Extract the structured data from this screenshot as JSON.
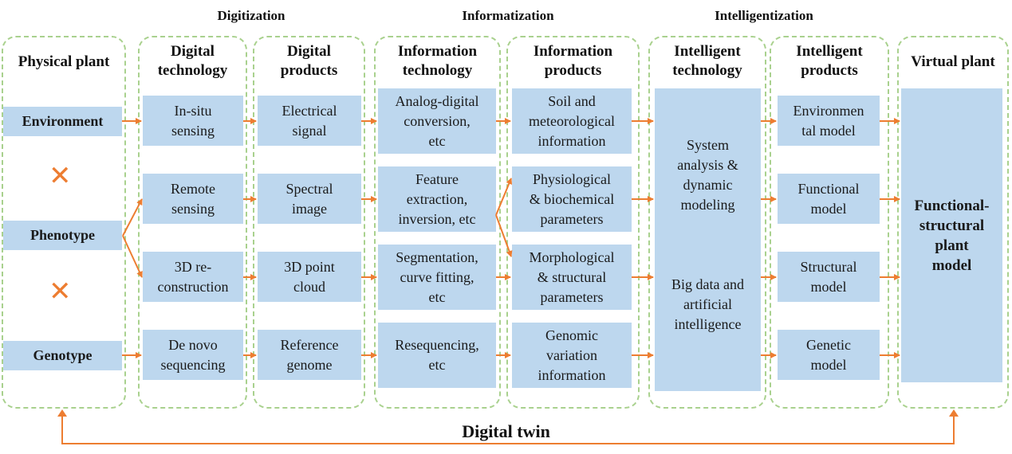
{
  "phases": [
    "Digitization",
    "Informatization",
    "Intelligentization"
  ],
  "columns": [
    {
      "title": "Physical plant",
      "boxes": [
        "Environment",
        "Phenotype",
        "Genotype"
      ]
    },
    {
      "title": "Digital\ntechnology",
      "boxes": [
        "In-situ\nsensing",
        "Remote\nsensing",
        "3D re-\nconstruction",
        "De novo\nsequencing"
      ]
    },
    {
      "title": "Digital\nproducts",
      "boxes": [
        "Electrical\nsignal",
        "Spectral\nimage",
        "3D point\ncloud",
        "Reference\ngenome"
      ]
    },
    {
      "title": "Information\ntechnology",
      "boxes": [
        "Analog-digital\nconversion,\netc",
        "Feature\nextraction,\ninversion, etc",
        "Segmentation,\ncurve fitting,\netc",
        "Resequencing,\netc"
      ]
    },
    {
      "title": "Information\nproducts",
      "boxes": [
        "Soil and\nmeteorological\ninformation",
        "Physiological\n& biochemical\nparameters",
        "Morphological\n& structural\nparameters",
        "Genomic\nvariation\ninformation"
      ]
    },
    {
      "title": "Intelligent\ntechnology",
      "boxes": [
        "System\nanalysis &\ndynamic\nmodeling",
        "Big data and\nartificial\nintelligence"
      ]
    },
    {
      "title": "Intelligent\nproducts",
      "boxes": [
        "Environmen\ntal model",
        "Functional\nmodel",
        "Structural\nmodel",
        "Genetic\nmodel"
      ]
    },
    {
      "title": "Virtual plant",
      "boxes": [
        "Functional-\nstructural\nplant\nmodel"
      ]
    }
  ],
  "cross_symbol": "✕",
  "footer": "Digital twin",
  "colors": {
    "box_fill": "#bdd7ee",
    "arrow": "#ed7d31",
    "border": "#a9d18e"
  }
}
